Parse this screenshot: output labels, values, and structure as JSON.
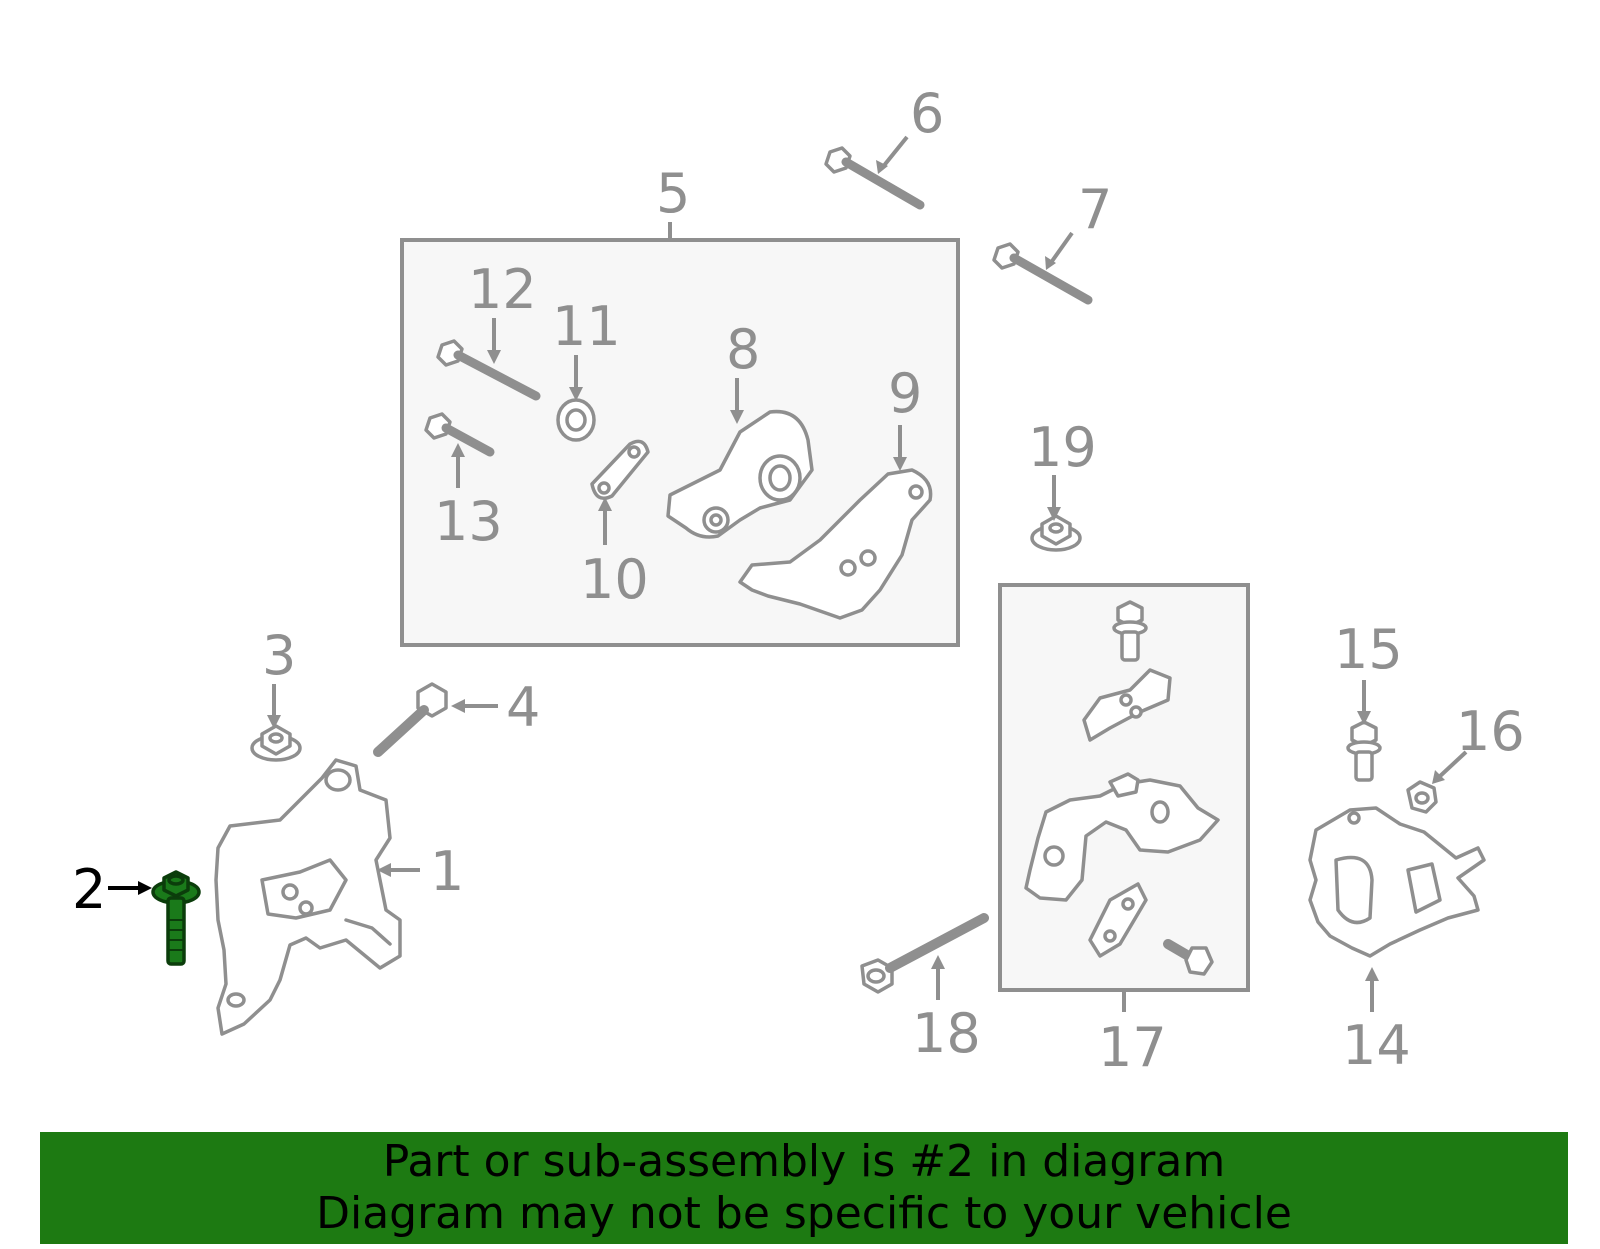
{
  "callouts": {
    "n1": "1",
    "n2": "2",
    "n3": "3",
    "n4": "4",
    "n5": "5",
    "n6": "6",
    "n7": "7",
    "n8": "8",
    "n9": "9",
    "n10": "10",
    "n11": "11",
    "n12": "12",
    "n13": "13",
    "n14": "14",
    "n15": "15",
    "n16": "16",
    "n17": "17",
    "n18": "18",
    "n19": "19"
  },
  "highlighted_part": "2",
  "colors": {
    "part_lines": "#8f8f8f",
    "highlight": "#1a7a1a",
    "banner": "#1d7a12",
    "text": "#000000"
  },
  "banner": {
    "line1": "Part or sub-assembly is #2 in diagram",
    "line2": "Diagram may not be specific to your vehicle"
  }
}
